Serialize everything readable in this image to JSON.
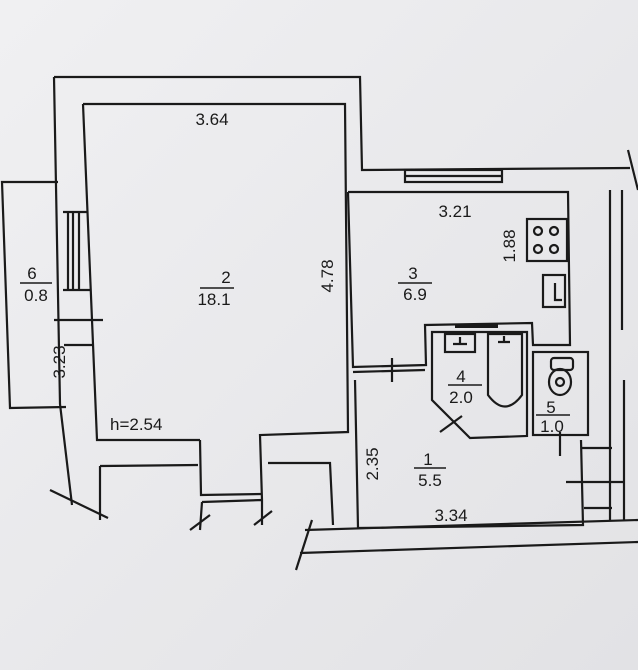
{
  "rooms": [
    {
      "number": "1",
      "area": "5.5"
    },
    {
      "number": "2",
      "area": "18.1"
    },
    {
      "number": "3",
      "area": "6.9"
    },
    {
      "number": "4",
      "area": "2.0"
    },
    {
      "number": "5",
      "area": "1.0"
    },
    {
      "number": "6",
      "area": "0.8"
    }
  ],
  "dimensions": {
    "room2_width": "3.64",
    "room2_length": "4.78",
    "ceiling_height": "h=2.54",
    "balcony_length": "3.23",
    "kitchen_width": "3.21",
    "kitchen_length": "1.88",
    "hall_length": "2.35",
    "hall_width": "3.34"
  }
}
